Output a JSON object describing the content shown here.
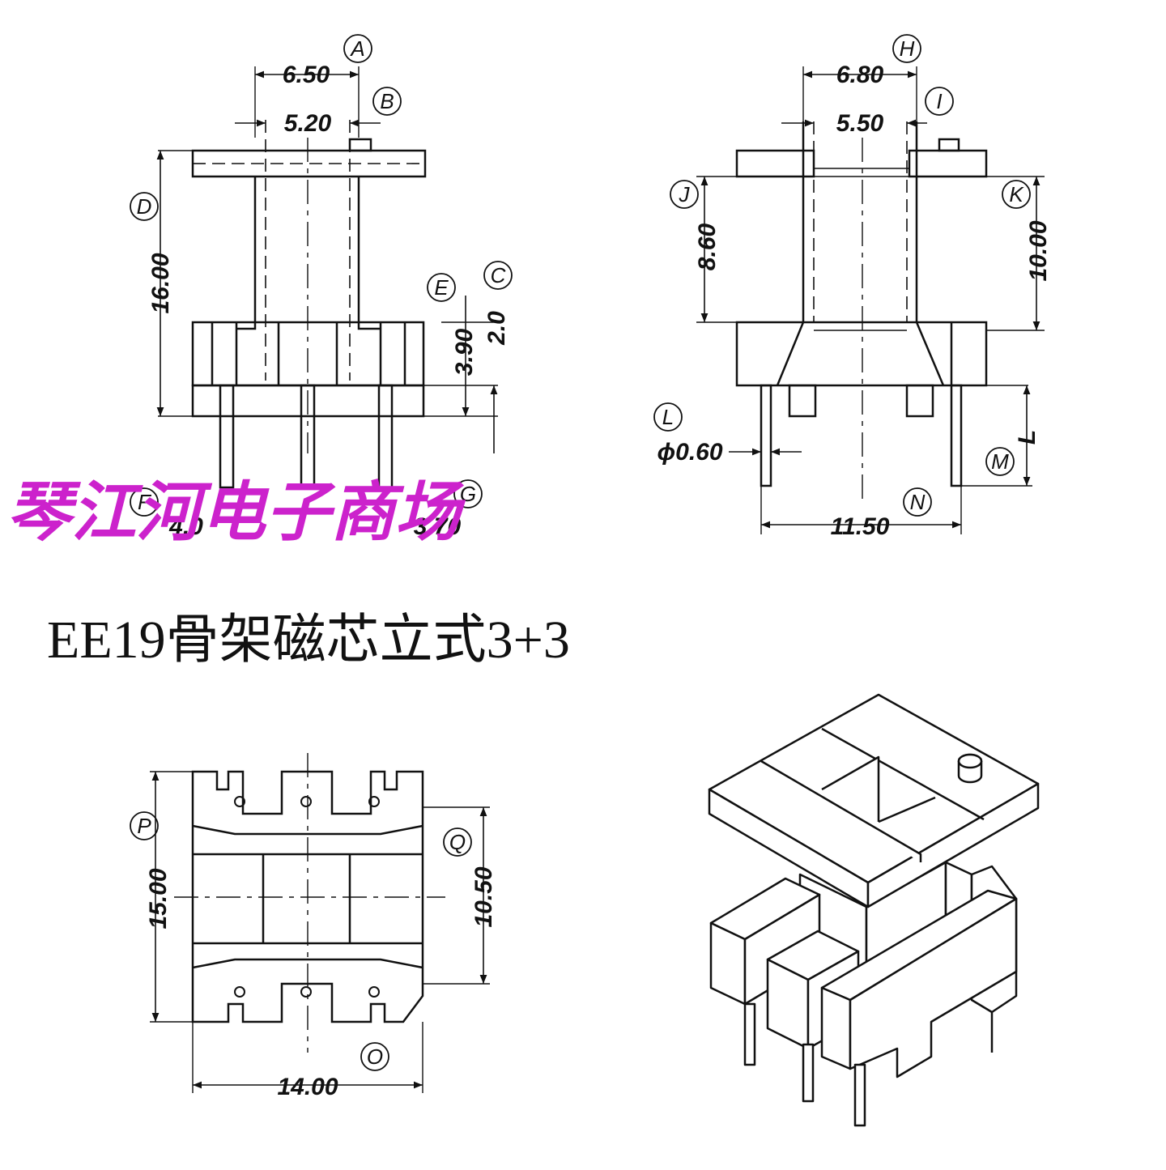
{
  "caption": "EE19骨架磁芯立式3+3",
  "watermark": {
    "text": "琴江河电子商场",
    "color": "#cc22cc"
  },
  "views": {
    "front": {
      "dims": {
        "a": "6.50",
        "b": "5.20",
        "d": "16.00",
        "e": "3.90",
        "c": "2.0",
        "f": "4.0",
        "g": "3.70"
      },
      "labels": {
        "a": "A",
        "b": "B",
        "c": "C",
        "d": "D",
        "e": "E",
        "f": "F",
        "g": "G"
      }
    },
    "side": {
      "dims": {
        "h": "6.80",
        "i": "5.50",
        "j": "8.60",
        "k": "10.00",
        "pin": "ϕ0.60",
        "m": "L",
        "n": "11.50"
      },
      "labels": {
        "h": "H",
        "i": "I",
        "j": "J",
        "k": "K",
        "l": "L",
        "m": "M",
        "n": "N"
      }
    },
    "bottom": {
      "dims": {
        "p": "15.00",
        "q": "10.50",
        "o": "14.00"
      },
      "labels": {
        "p": "P",
        "q": "Q",
        "o": "O"
      }
    }
  }
}
